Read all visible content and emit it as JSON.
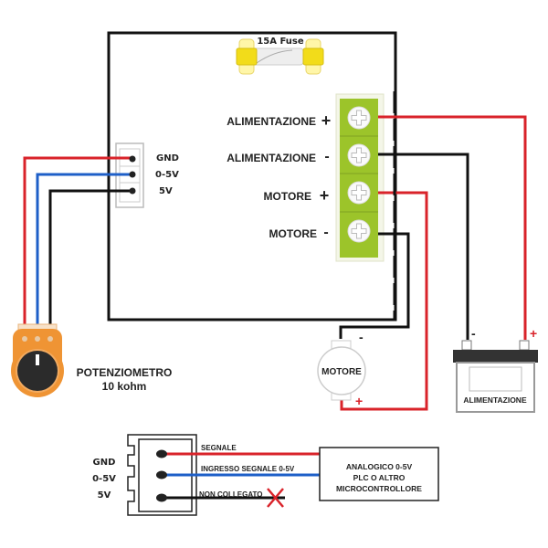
{
  "diagram": {
    "title": "Motor speed controller wiring diagram",
    "fuse": {
      "label": "15A Fuse"
    },
    "terminal_block": {
      "terminals": [
        {
          "label": "ALIMENTAZIONE",
          "polarity": "+"
        },
        {
          "label": "ALIMENTAZIONE",
          "polarity": "-"
        },
        {
          "label": "MOTORE",
          "polarity": "+"
        },
        {
          "label": "MOTORE",
          "polarity": "-"
        }
      ]
    },
    "control_connector": {
      "pins": [
        "GND",
        "0-5V",
        "5V"
      ]
    },
    "potentiometer": {
      "name": "POTENZIOMETRO",
      "value": "10 kohm"
    },
    "motor": {
      "label": "MOTORE",
      "minus": "-",
      "plus": "+"
    },
    "battery": {
      "label": "ALIMENTAZIONE",
      "minus": "-",
      "plus": "+"
    },
    "alt_wiring": {
      "pins": [
        "GND",
        "0-5V",
        "5V"
      ],
      "wires": [
        {
          "label": "SEGNALE",
          "color": "#d9232a"
        },
        {
          "label": "INGRESSO SEGNALE 0-5V",
          "color": "#1e5fc8"
        },
        {
          "label": "NON COLLEGATO",
          "color": "#111111"
        }
      ],
      "controller_lines": [
        "ANALOGICO 0-5V",
        "PLC O ALTRO",
        "MICROCONTROLLORE"
      ]
    },
    "colors": {
      "red_wire": "#d9232a",
      "blue_wire": "#1e5fc8",
      "black_wire": "#111111",
      "terminal_green": "#9cc42a",
      "fuse_yellow": "#f2dc1a",
      "pot_orange": "#ef9434"
    }
  }
}
